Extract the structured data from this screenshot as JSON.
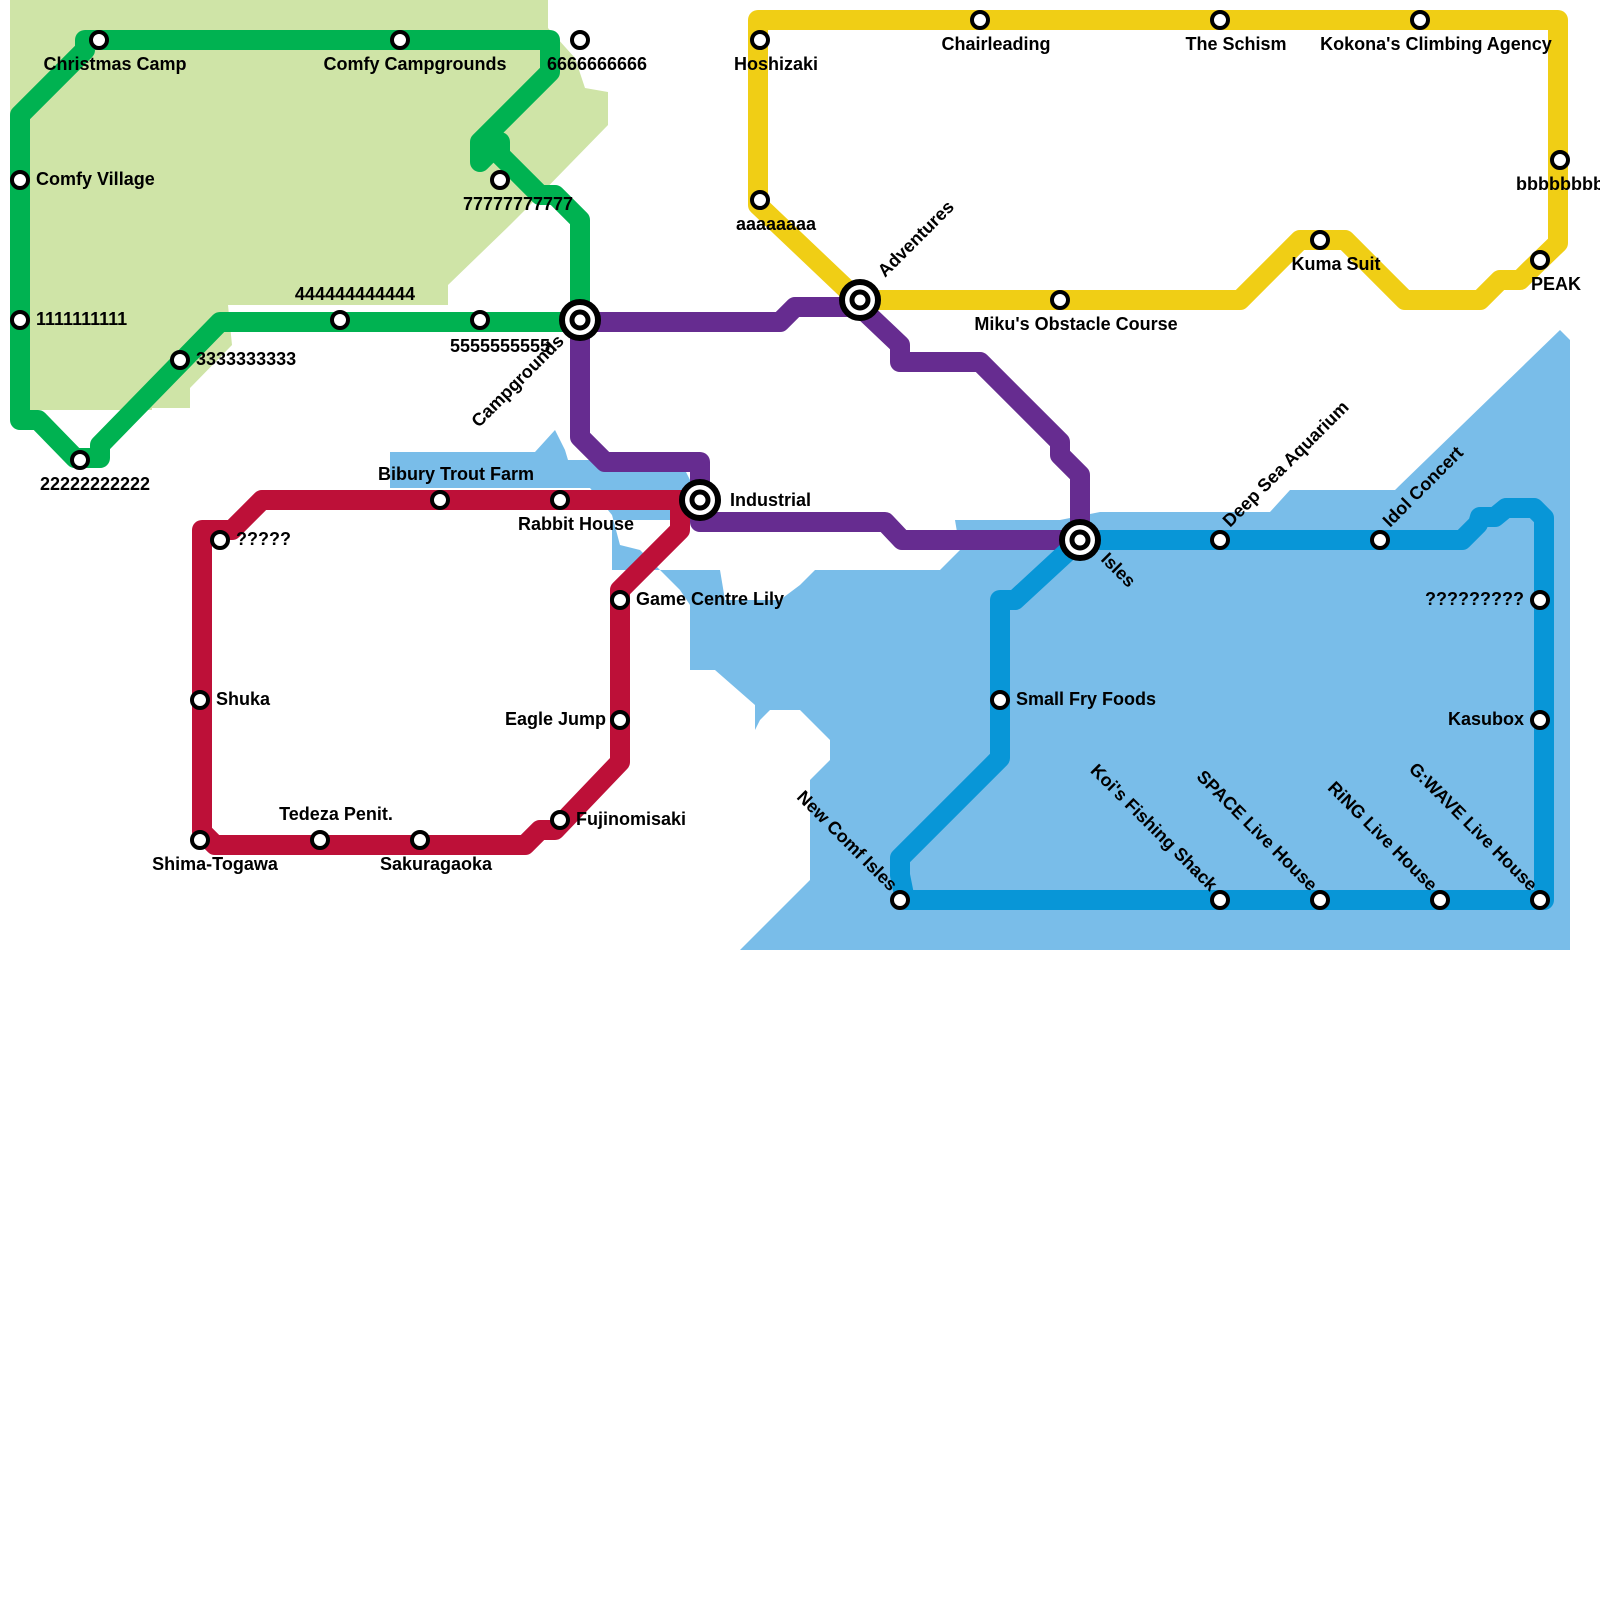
{
  "colors": {
    "green": "#00b251",
    "red": "#bd1038",
    "yellow": "#f0ce15",
    "purple": "#662c90",
    "blue": "#0896d7",
    "park": "#cfe4a7",
    "water": "#79bde9"
  },
  "lines": [
    {
      "id": "green",
      "color": "#00b251"
    },
    {
      "id": "red",
      "color": "#bd1038"
    },
    {
      "id": "yellow",
      "color": "#f0ce15"
    },
    {
      "id": "purple",
      "color": "#662c90"
    },
    {
      "id": "blue",
      "color": "#0896d7"
    }
  ],
  "interchanges": {
    "campgrounds": "Campgrounds",
    "industrial": "Industrial",
    "adventures": "Adventures",
    "isles": "Isles"
  },
  "stations": {
    "christmas_camp": "Christmas Camp",
    "comfy_campgrounds": "Comfy Campgrounds",
    "s6666": "6666666666",
    "comfy_village": "Comfy Village",
    "s7777": "77777777777",
    "s1111": "1111111111",
    "s4444": "444444444444",
    "s5555": "5555555555",
    "s3333": "3333333333",
    "s2222": "22222222222",
    "bibury": "Bibury Trout Farm",
    "rabbit_house": "Rabbit House",
    "qqqqq": "?????",
    "shuka": "Shuka",
    "shima_togawa": "Shima-Togawa",
    "tedeza": "Tedeza Penit.",
    "sakuragaoka": "Sakuragaoka",
    "fujinomisaki": "Fujinomisaki",
    "eagle_jump": "Eagle Jump",
    "game_centre": "Game Centre Lily",
    "hoshizaki": "Hoshizaki",
    "chairleading": "Chairleading",
    "the_schism": "The Schism",
    "kokona": "Kokona's Climbing Agency",
    "bbbb": "bbbbbbbb",
    "peak": "PEAK",
    "kuma_suit": "Kuma Suit",
    "miku": "Miku's Obstacle Course",
    "aaaa": "aaaaaaaa",
    "deep_sea": "Deep Sea Aquarium",
    "idol_concert": "Idol Concert",
    "qqqqqqqqq": "?????????",
    "kasubox": "Kasubox",
    "small_fry": "Small Fry Foods",
    "new_comf": "New Comf Isles",
    "kois": "Koi's Fishing Shack",
    "space": "SPACE Live House",
    "ring": "RiNG Live House",
    "gwave": "G:WAVE Live House"
  }
}
